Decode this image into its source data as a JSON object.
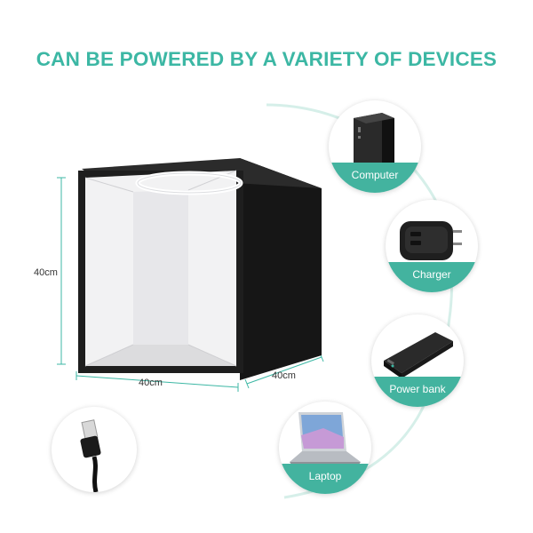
{
  "headline": "CAN BE POWERED BY A VARIETY OF DEVICES",
  "dimensions": {
    "height": "40cm",
    "width": "40cm",
    "depth": "40cm"
  },
  "devices": [
    {
      "label": "Computer",
      "icon": "computer-tower-icon"
    },
    {
      "label": "Charger",
      "icon": "wall-charger-icon"
    },
    {
      "label": "Power bank",
      "icon": "power-bank-icon"
    },
    {
      "label": "Laptop",
      "icon": "laptop-icon"
    }
  ],
  "cable_icon": "usb-cable-icon",
  "colors": {
    "accent": "#3cb7a4",
    "label_pill": "#43b39f",
    "arc": "#d6efe9",
    "box_frame": "#1e1e1e"
  }
}
